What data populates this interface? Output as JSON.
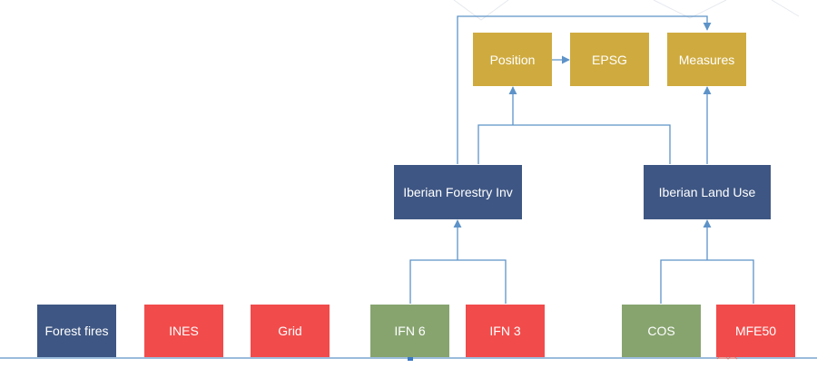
{
  "diagram": {
    "colors": {
      "gold": "#cfab3f",
      "navy": "#3e5683",
      "red": "#f24b4b",
      "green": "#87a46f",
      "connector": "#5d93c8"
    },
    "top_row": {
      "position": "Position",
      "epsg": "EPSG",
      "measures": "Measures"
    },
    "middle_row": {
      "iberian_forestry": "Iberian Forestry Inv",
      "iberian_land_use": "Iberian Land Use"
    },
    "bottom_row": {
      "forest_fires": "Forest fires",
      "ines": "INES",
      "grid": "Grid",
      "ifn6": "IFN 6",
      "ifn3": "IFN 3",
      "cos": "COS",
      "mfe50": "MFE50"
    }
  }
}
